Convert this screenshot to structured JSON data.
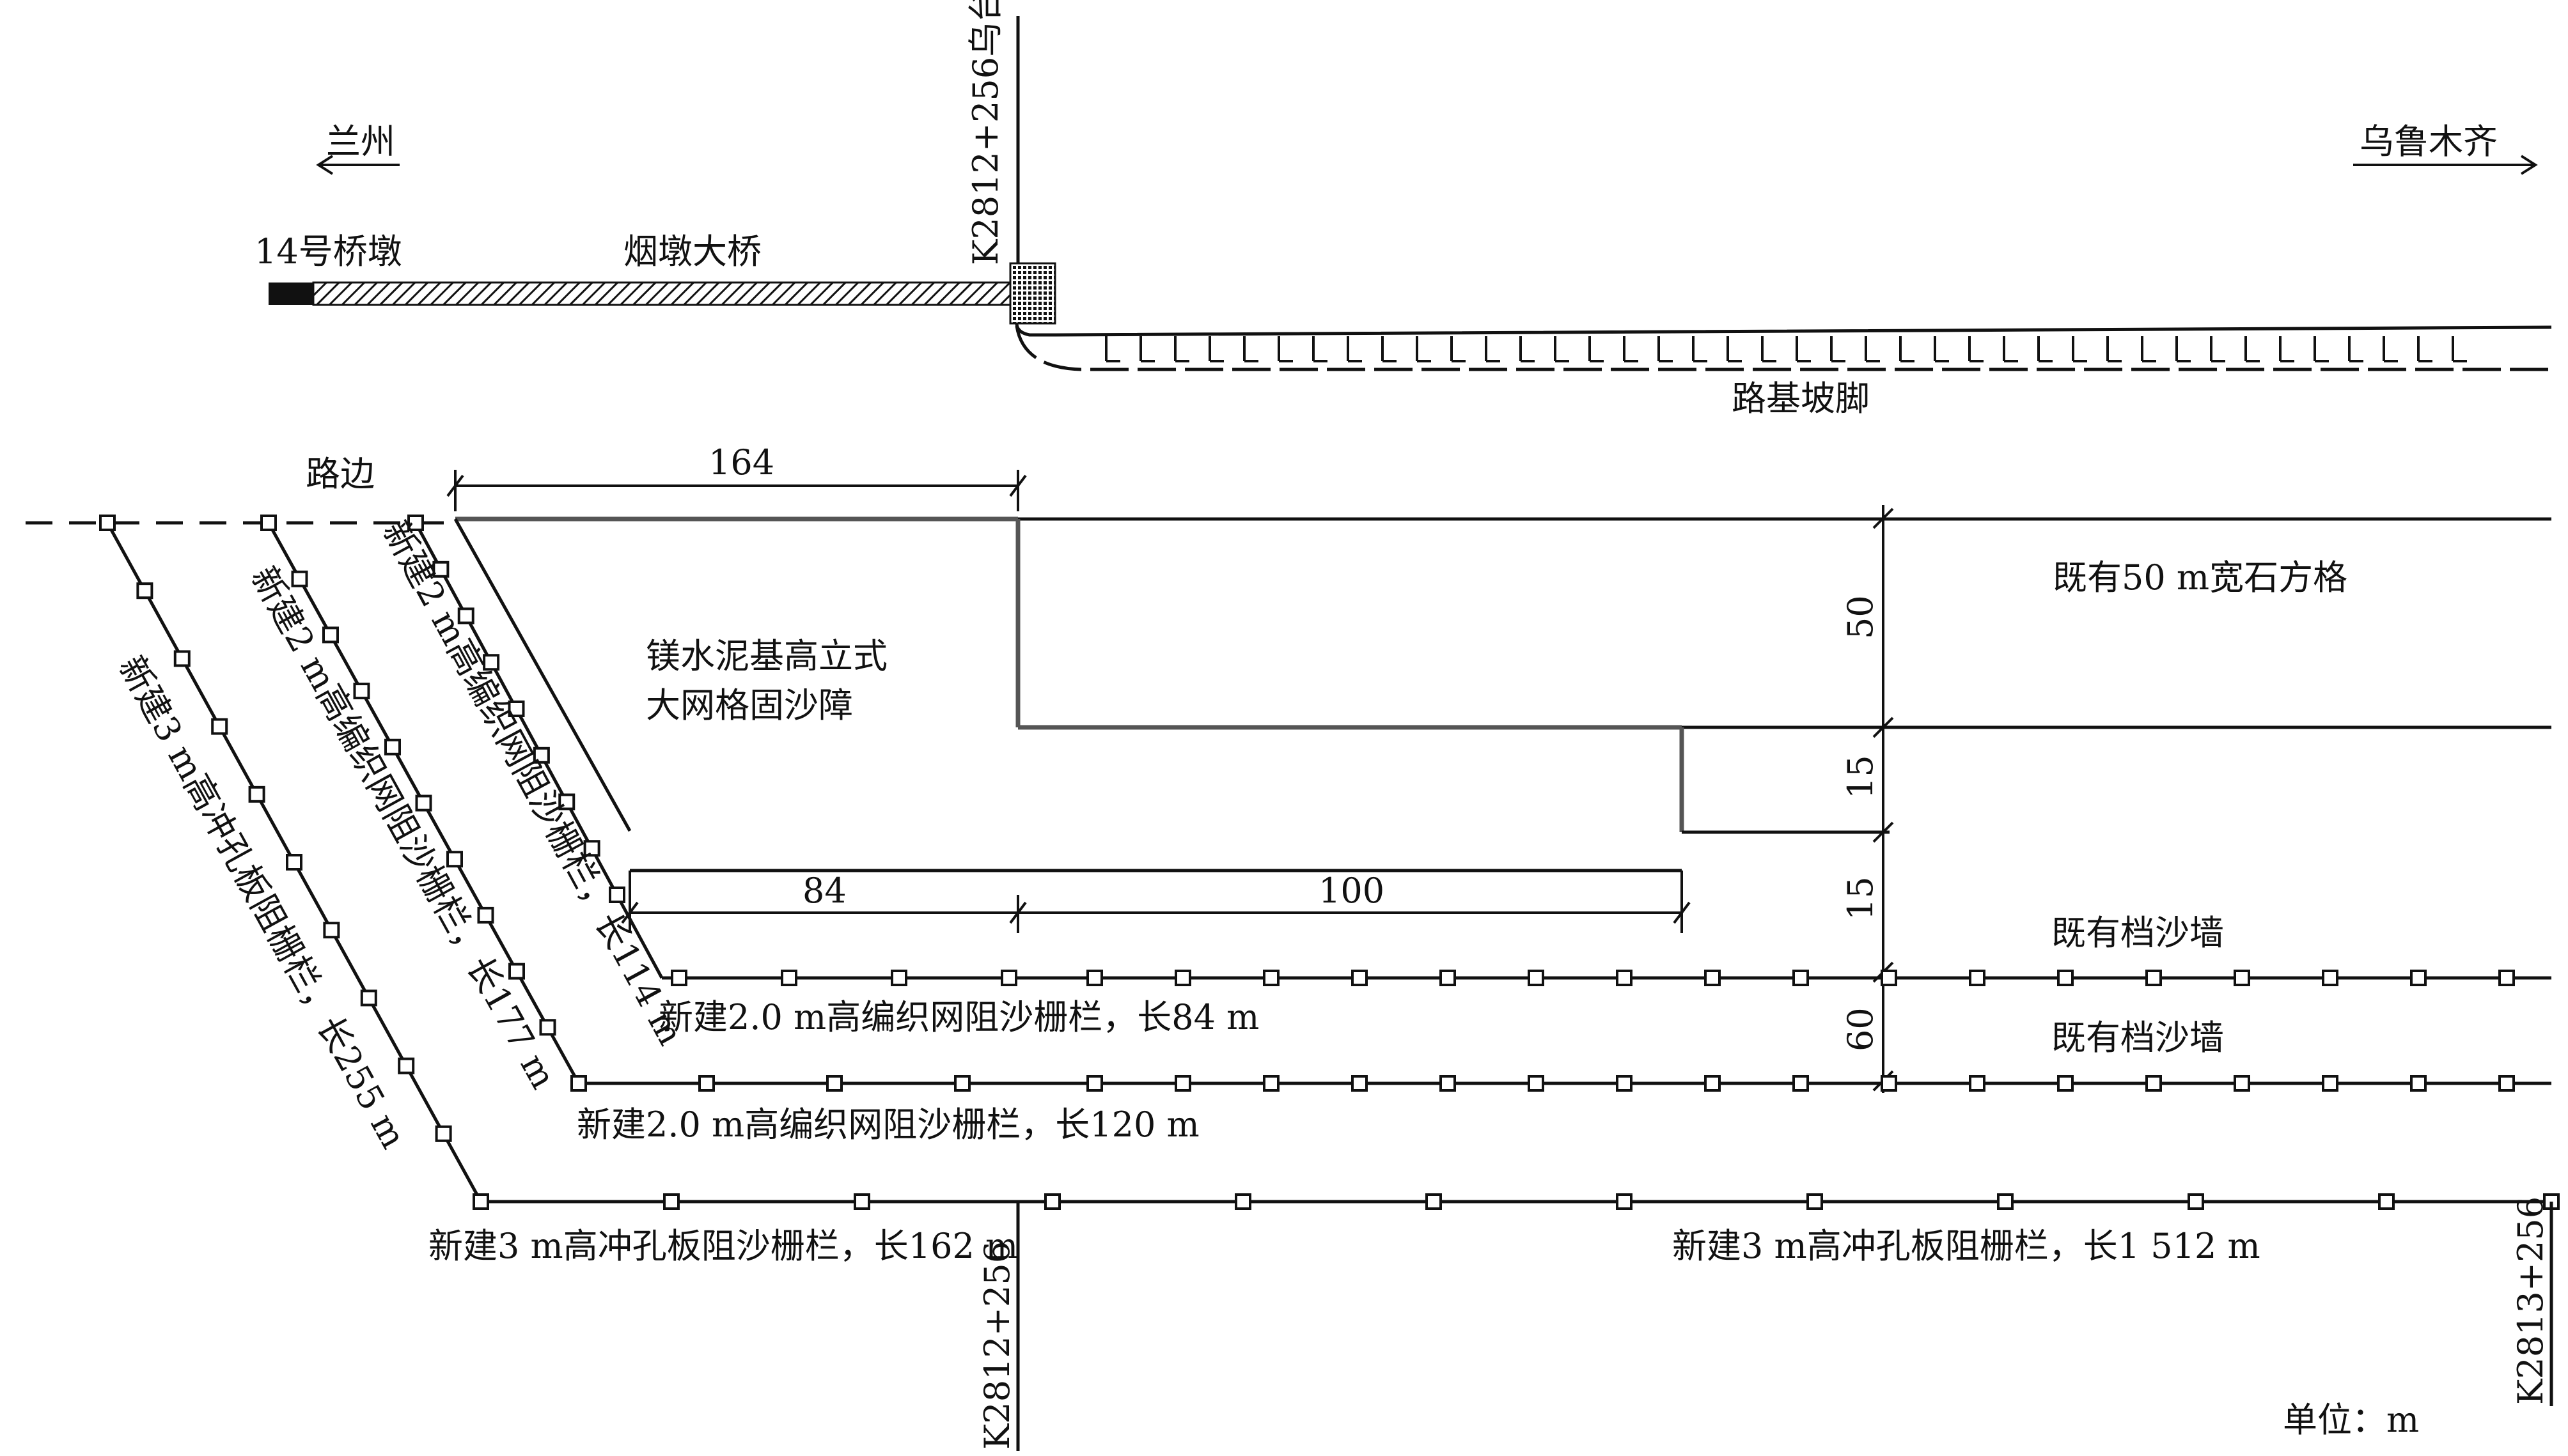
{
  "directions": {
    "west": "兰州",
    "east": "乌鲁木齐"
  },
  "bridge": {
    "pier_label": "14号桥墩",
    "name": "烟墩大桥",
    "station_label": "K2812+256乌台"
  },
  "subgrade": {
    "label": "路基坡脚"
  },
  "road_edge": {
    "label": "路边"
  },
  "zones": {
    "grid_barrier": {
      "line1": "镁水泥基高立式",
      "line2": "大网格固沙障"
    },
    "stone_grid": "既有50 m宽石方格",
    "sand_wall_1": "既有档沙墙",
    "sand_wall_2": "既有档沙墙"
  },
  "dimensions": {
    "top_164": "164",
    "seg_84": "84",
    "seg_100": "100",
    "v_50": "50",
    "v_15a": "15",
    "v_15b": "15",
    "v_60": "60"
  },
  "fences": {
    "diag_inner": "新建2 m高编织网阻沙栅栏，长114 m",
    "diag_middle": "新建2 m高编织网阻沙栅栏，长177 m",
    "diag_outer": "新建3 m高冲孔板阻栅栏，长255 m",
    "h_inner": "新建2.0 m高编织网阻沙栅栏，长84 m",
    "h_middle": "新建2.0 m高编织网阻沙栅栏，长120 m",
    "h_outer_left": "新建3 m高冲孔板阻沙栅栏，长162 m",
    "h_outer_right": "新建3 m高冲孔板阻栅栏，长1 512 m"
  },
  "stations": {
    "bottom_left": "K2812+256",
    "bottom_right": "K2813+256"
  },
  "unit": "单位：m"
}
